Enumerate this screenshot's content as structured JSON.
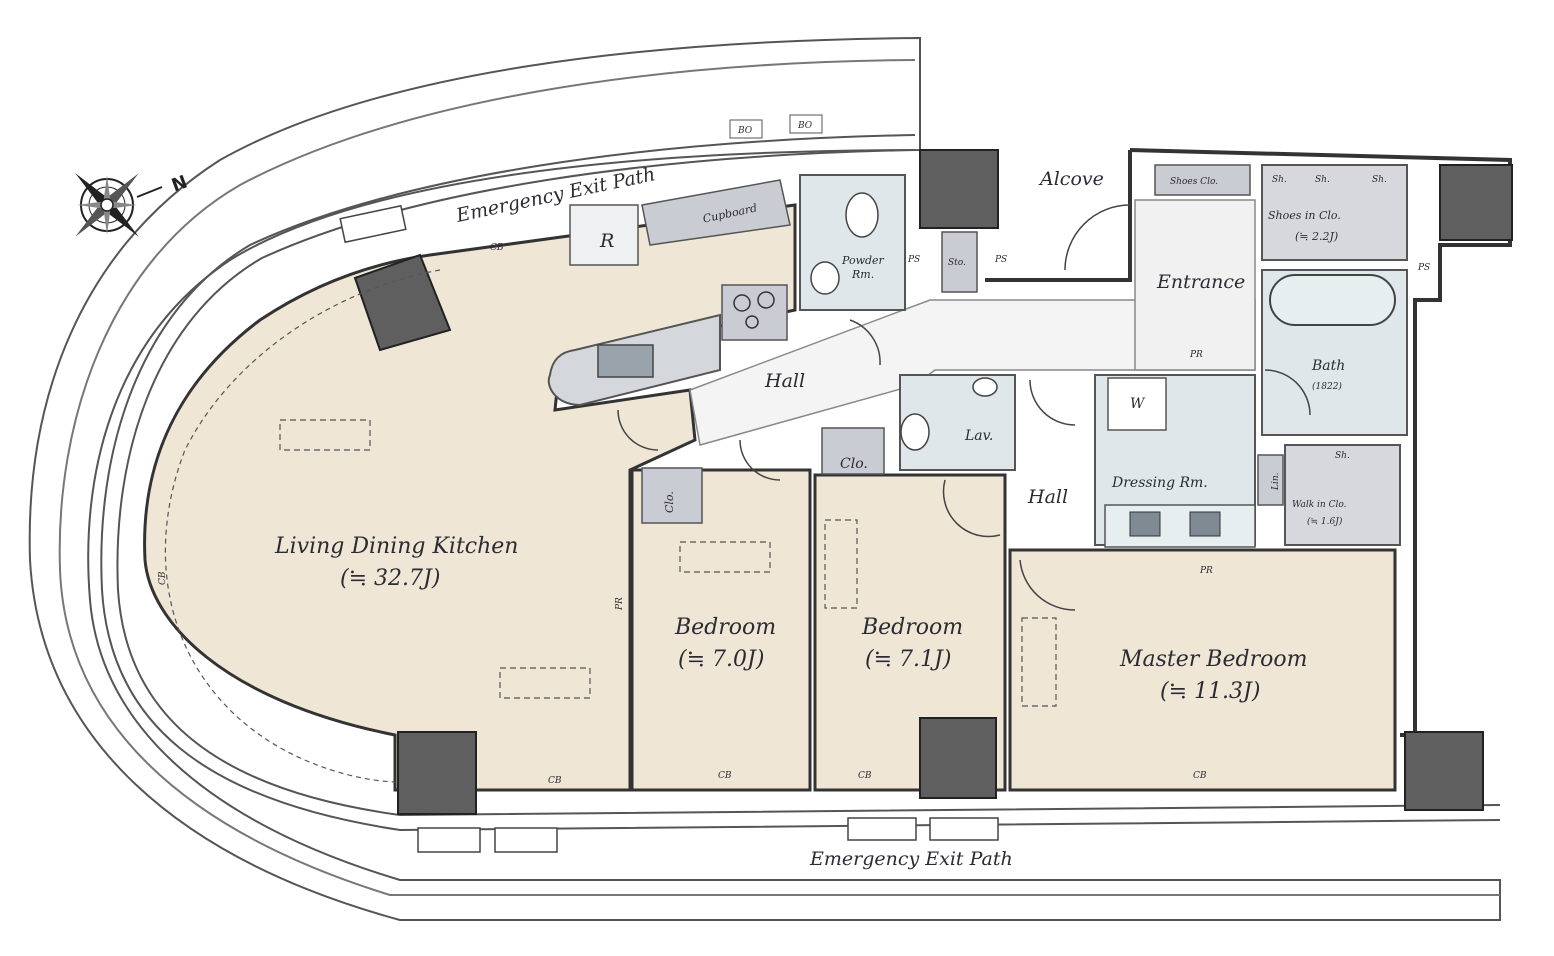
{
  "compass": {
    "north_label": "N"
  },
  "exit_paths": {
    "top": "Emergency Exit Path",
    "bottom": "Emergency Exit Path"
  },
  "rooms": {
    "ldk": {
      "name": "Living Dining Kitchen",
      "area": "(≒ 32.7J)"
    },
    "bedroom1": {
      "name": "Bedroom",
      "area": "(≒ 7.0J)"
    },
    "bedroom2": {
      "name": "Bedroom",
      "area": "(≒ 7.1J)"
    },
    "master": {
      "name": "Master Bedroom",
      "area": "(≒ 11.3J)"
    },
    "hall_main": "Hall",
    "hall_east": "Hall",
    "entrance": "Entrance",
    "alcove": "Alcove",
    "powder": {
      "line1": "Powder",
      "line2": "Rm."
    },
    "lav": "Lav.",
    "dressing": "Dressing Rm.",
    "bath": {
      "name": "Bath",
      "size": "(1822)"
    },
    "shoes_in_closet": {
      "name": "Shoes in Clo.",
      "area": "(≒ 2.2J)"
    },
    "walk_in_closet": {
      "name": "Walk in Clo.",
      "area": "(≒ 1.6J)"
    }
  },
  "fixtures": {
    "cupboard": "Cupboard",
    "refrigerator": "R",
    "storage": "Sto.",
    "closet": "Clo.",
    "shoes_closet": "Shoes Clo.",
    "shelf": "Sh.",
    "linen": "Lin.",
    "washer": "W",
    "bo": "BO",
    "ps": "PS",
    "pr": "PR",
    "cb": "CB"
  },
  "colors": {
    "room_fill": "#efe6d6",
    "wet_fill": "#dfe7ea",
    "column_fill": "#5f5f5f",
    "wall": "#333333",
    "fixture_fill": "#c9ccd2"
  }
}
